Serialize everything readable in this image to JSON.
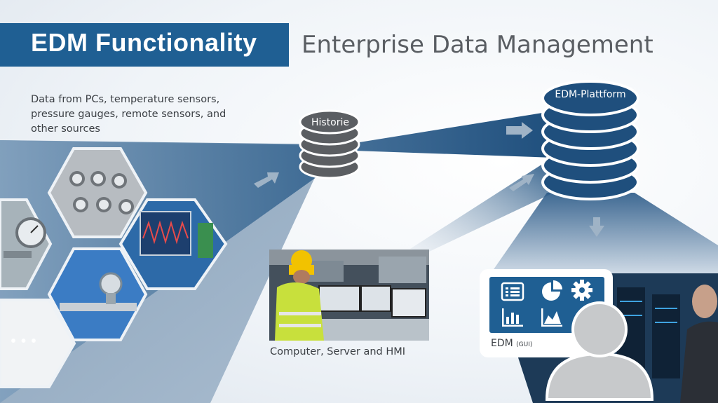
{
  "header": {
    "title": "EDM Functionality",
    "subtitle": "Enterprise Data Management"
  },
  "sources": {
    "description": "Data from PCs, temperature sensors, pressure gauges, remote sensors, and other sources",
    "more_symbol": "• • •"
  },
  "historie": {
    "label": "Historie"
  },
  "platform": {
    "label": "EDM-Plattform"
  },
  "hmi": {
    "caption": "Computer, Server and HMI"
  },
  "gui": {
    "label": "EDM",
    "qualifier": "(GUI)",
    "icons": [
      "list-icon",
      "pie-chart-icon",
      "gear-icon",
      "bar-chart-icon",
      "area-chart-icon"
    ]
  },
  "colors": {
    "brand_blue": "#1f5f93",
    "db_dark": "#1f4f7d",
    "db_grey": "#5b5e62",
    "arrow": "#9fb3c6"
  }
}
